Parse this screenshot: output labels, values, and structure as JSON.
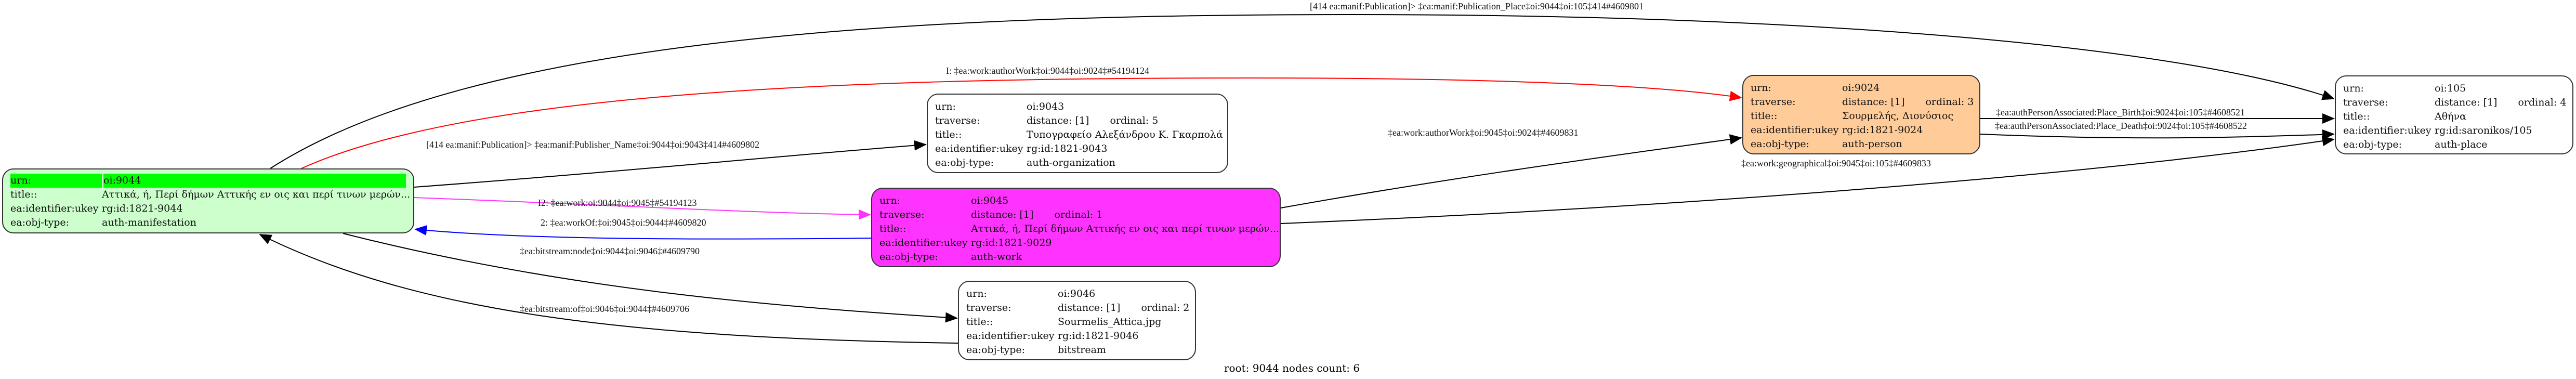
{
  "nodes": {
    "n9044": {
      "urn_label": "urn:",
      "urn": "oi:9044",
      "title_label": "title::",
      "title": "Αττικά, ή,  Περί δήμων Αττικής εν οις και περί τινων μερών...",
      "ukey_label": "ea:identifier:ukey",
      "ukey": "rg:id:1821-9044",
      "type_label": "ea:obj-type:",
      "type": "auth-manifestation",
      "fill": "#ccffcc",
      "highlight": "#00ff00"
    },
    "n9043": {
      "urn_label": "urn:",
      "urn": "oi:9043",
      "traverse_label": "traverse:",
      "distance": "distance: [1]",
      "ordinal": "ordinal: 5",
      "title_label": "title::",
      "title": "Τυπογραφείο Αλεξάνδρου Κ. Γκαρπολά",
      "ukey_label": "ea:identifier:ukey",
      "ukey": "rg:id:1821-9043",
      "type_label": "ea:obj-type:",
      "type": "auth-organization",
      "fill": "#ffffff"
    },
    "n9045": {
      "urn_label": "urn:",
      "urn": "oi:9045",
      "traverse_label": "traverse:",
      "distance": "distance: [1]",
      "ordinal": "ordinal: 1",
      "title_label": "title::",
      "title": "Αττικά, ή,  Περί δήμων Αττικής εν οις και περί τινων μερών...",
      "ukey_label": "ea:identifier:ukey",
      "ukey": "rg:id:1821-9029",
      "type_label": "ea:obj-type:",
      "type": "auth-work",
      "fill": "#ff33ff"
    },
    "n9046": {
      "urn_label": "urn:",
      "urn": "oi:9046",
      "traverse_label": "traverse:",
      "distance": "distance: [1]",
      "ordinal": "ordinal: 2",
      "title_label": "title::",
      "title": "Sourmelis_Attica.jpg",
      "ukey_label": "ea:identifier:ukey",
      "ukey": "rg:id:1821-9046",
      "type_label": "ea:obj-type:",
      "type": "bitstream",
      "fill": "#ffffff"
    },
    "n9024": {
      "urn_label": "urn:",
      "urn": "oi:9024",
      "traverse_label": "traverse:",
      "distance": "distance: [1]",
      "ordinal": "ordinal: 3",
      "title_label": "title::",
      "title": "Σουρμελής, Διονύσιος",
      "ukey_label": "ea:identifier:ukey",
      "ukey": "rg:id:1821-9024",
      "type_label": "ea:obj-type:",
      "type": "auth-person",
      "fill": "#ffcc99"
    },
    "n105": {
      "urn_label": "urn:",
      "urn": "oi:105",
      "traverse_label": "traverse:",
      "distance": "distance: [1]",
      "ordinal": "ordinal: 4",
      "title_label": "title::",
      "title": "Αθήνα",
      "ukey_label": "ea:identifier:ukey",
      "ukey": "rg:id:saronikos/105",
      "type_label": "ea:obj-type:",
      "type": "auth-place",
      "fill": "#ffffff"
    }
  },
  "edges": {
    "pub_place": "[414 ea:manif:Publication]> ‡ea:manif:Publication_Place‡oi:9044‡oi:105‡414#4609801",
    "author_work": "I: ‡ea:work:authorWork‡oi:9044‡oi:9024‡#54194124",
    "publisher": "[414 ea:manif:Publication]> ‡ea:manif:Publisher_Name‡oi:9044‡oi:9043‡414#4609802",
    "work_9045": "I2: ‡ea:work:oi:9044‡oi:9045‡#54194123",
    "work_of": "2: ‡ea:workOf:‡oi:9045‡oi:9044‡#4609820",
    "bitstream_node": "‡ea:bitstream:node‡oi:9044‡oi:9046‡#4609790",
    "bitstream_of": "‡ea:bitstream:of‡oi:9046‡oi:9044‡#4609706",
    "author_work_9045": "‡ea:work:authorWork‡oi:9045‡oi:9024‡#4609831",
    "geographical": "‡ea:work:geographical‡oi:9045‡oi:105‡#4609833",
    "place_birth": "‡ea:authPersonAssociated:Place_Birth‡oi:9024‡oi:105‡#4608521",
    "place_death": "‡ea:authPersonAssociated:Place_Death‡oi:9024‡oi:105‡#4608522"
  },
  "colors": {
    "red_edge": "#ff0000",
    "magenta_edge": "#ff33ff",
    "blue_edge": "#0000ff",
    "black_edge": "#000000"
  },
  "footer": "root: 9044 nodes count: 6"
}
